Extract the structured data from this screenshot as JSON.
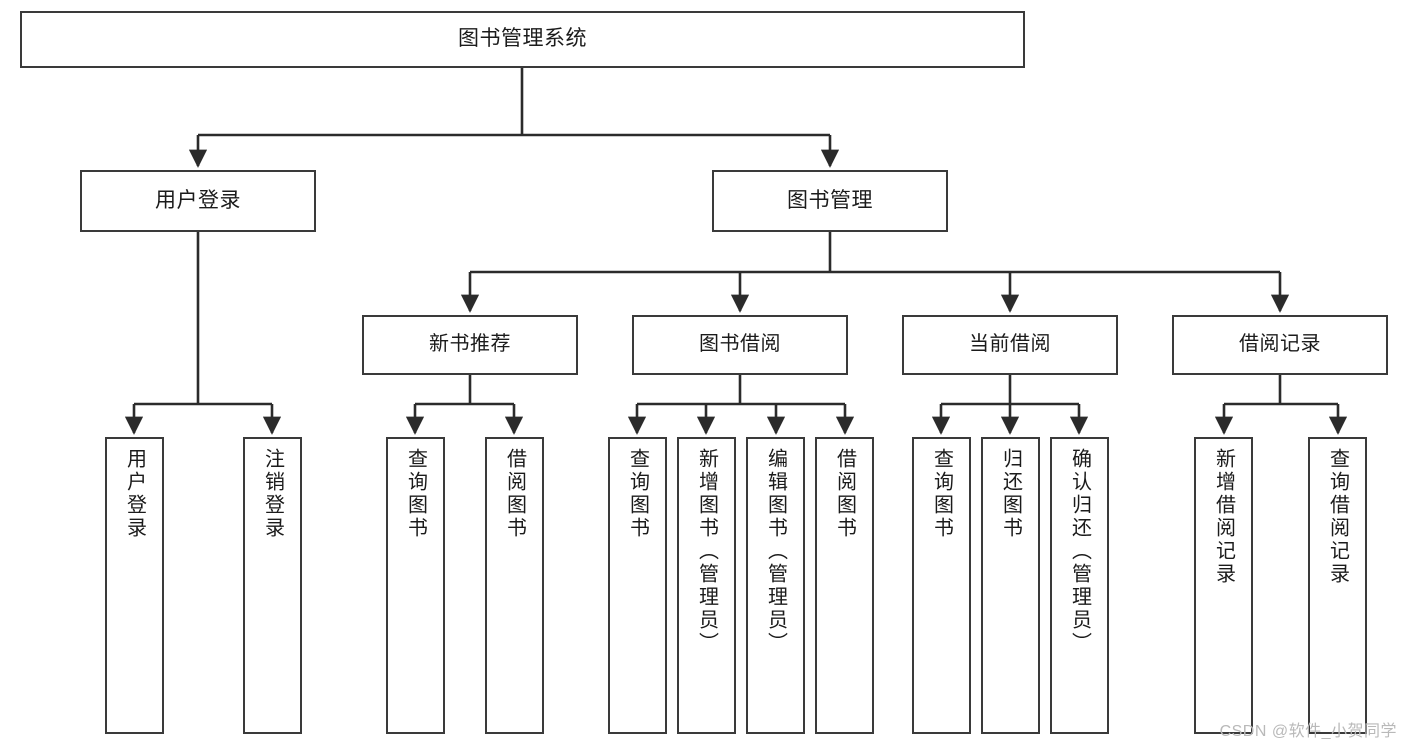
{
  "diagram": {
    "title": "图书管理系统",
    "type": "hierarchy-tree",
    "watermark": "CSDN @软件_小贺同学",
    "colors": {
      "box_border": "#3a3a3a",
      "box_fill": "#ffffff",
      "edge": "#2b2b2b",
      "text": "#1b1b1b",
      "watermark": "#b9b9b9"
    },
    "root": {
      "label": "图书管理系统"
    },
    "level2": [
      {
        "label": "用户登录"
      },
      {
        "label": "图书管理"
      }
    ],
    "level3": [
      {
        "label": "新书推荐"
      },
      {
        "label": "图书借阅"
      },
      {
        "label": "当前借阅"
      },
      {
        "label": "借阅记录"
      }
    ],
    "leaves": {
      "user_login": [
        {
          "label": "用户登录"
        },
        {
          "label": "注销登录"
        }
      ],
      "new_book_recommend": [
        {
          "label": "查询图书"
        },
        {
          "label": "借阅图书"
        }
      ],
      "book_borrow": [
        {
          "label": "查询图书"
        },
        {
          "label": "新增图书（管理员）"
        },
        {
          "label": "编辑图书（管理员）"
        },
        {
          "label": "借阅图书"
        }
      ],
      "current_borrow": [
        {
          "label": "查询图书"
        },
        {
          "label": "归还图书"
        },
        {
          "label": "确认归还（管理员）"
        }
      ],
      "borrow_record": [
        {
          "label": "新增借阅记录"
        },
        {
          "label": "查询借阅记录"
        }
      ]
    }
  }
}
